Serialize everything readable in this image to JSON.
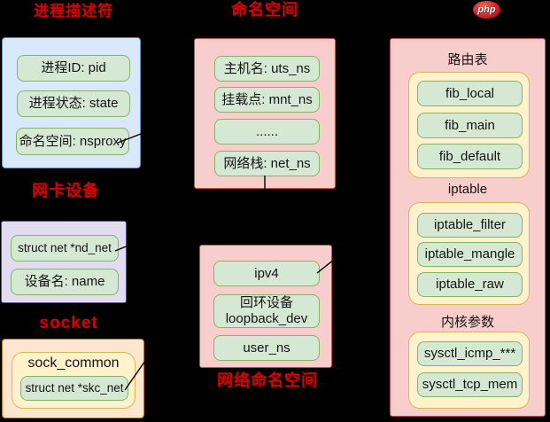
{
  "process_descriptor": {
    "title": "进程描述符",
    "items": [
      "进程ID: pid",
      "进程状态: state",
      "命名空间: nsproxy"
    ]
  },
  "namespace": {
    "title": "命名空间",
    "items": [
      "主机名: uts_ns",
      "挂载点: mnt_ns",
      "......",
      "网络栈: net_ns"
    ]
  },
  "nic_device": {
    "title": "网卡设备",
    "items": [
      "struct net *nd_net",
      "设备名: name"
    ]
  },
  "socket": {
    "title": "socket",
    "group_label": "sock_common",
    "items": [
      "struct net *skc_net"
    ]
  },
  "net_namespace": {
    "title": "网络命名空间",
    "items": [
      "ipv4",
      "回环设备\nloopback_dev",
      "user_ns"
    ]
  },
  "net_struct": {
    "sections": [
      {
        "label": "路由表",
        "items": [
          "fib_local",
          "fib_main",
          "fib_default"
        ]
      },
      {
        "label": "iptable",
        "items": [
          "iptable_filter",
          "iptable_mangle",
          "iptable_raw"
        ]
      },
      {
        "label": "内核参数",
        "items": [
          "sysctl_icmp_***",
          "sysctl_tcp_mem"
        ]
      }
    ]
  },
  "php_badge": "php",
  "colors": {
    "background": "#000000",
    "title_red": "#d60000",
    "blue_fill": "#dae8fc",
    "blue_border": "#6c8ebf",
    "pink_fill": "#f8cecc",
    "pink_border": "#b85450",
    "green_fill": "#d5e8d4",
    "green_border": "#82b366",
    "yellow_fill": "#fff2cc",
    "yellow_border": "#d6b656",
    "purple_fill": "#e2dcf0",
    "purple_border": "#56517e",
    "orange_fill": "#ffe6cc",
    "orange_border": "#b5722a",
    "php_red": "#d22128",
    "connector": "#000000"
  }
}
